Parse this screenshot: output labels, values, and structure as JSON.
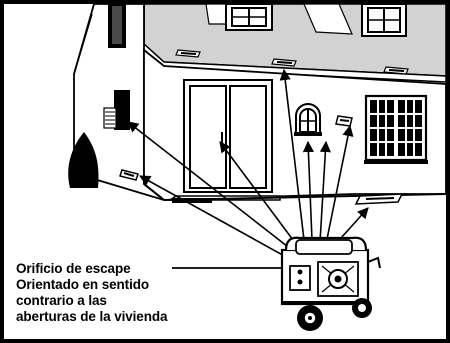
{
  "caption": {
    "line1": "Orificio de escape",
    "line2": "Orientado en sentido",
    "line3": "contrario a las",
    "line4": "aberturas de la vivienda"
  },
  "colors": {
    "ink": "#000000",
    "roof": "#cfcfcf",
    "roof_dark": "#9a9a9a",
    "wall": "#ffffff"
  },
  "icons": {
    "roof_vent": "roof-vent-icon",
    "generator": "generator-icon",
    "shrub": "shrub-icon"
  }
}
